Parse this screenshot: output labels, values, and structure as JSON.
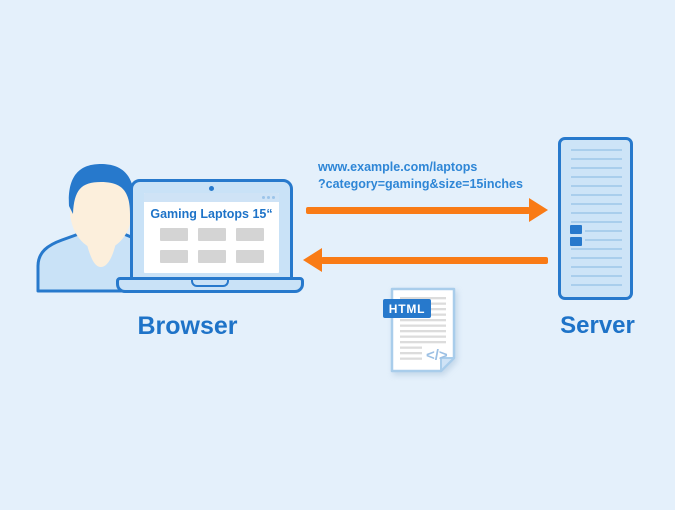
{
  "diagram": {
    "browser_label": "Browser",
    "server_label": "Server",
    "page_title": "Gaming Laptops 15“",
    "request_url_line1": "www.example.com/laptops",
    "request_url_line2": "?category=gaming&size=15inches",
    "html_badge": "HTML",
    "code_glyph": "</>"
  },
  "colors": {
    "background": "#E4F0FB",
    "outline_blue": "#2779CC",
    "fill_light_blue": "#C9E2F7",
    "label_blue": "#1E73C8",
    "url_blue": "#2E86D6",
    "arrow_orange": "#F97B16",
    "placeholder_gray": "#D4D4D4",
    "doc_border_blue": "#A9CDEB",
    "skin": "#FCEFDC"
  }
}
